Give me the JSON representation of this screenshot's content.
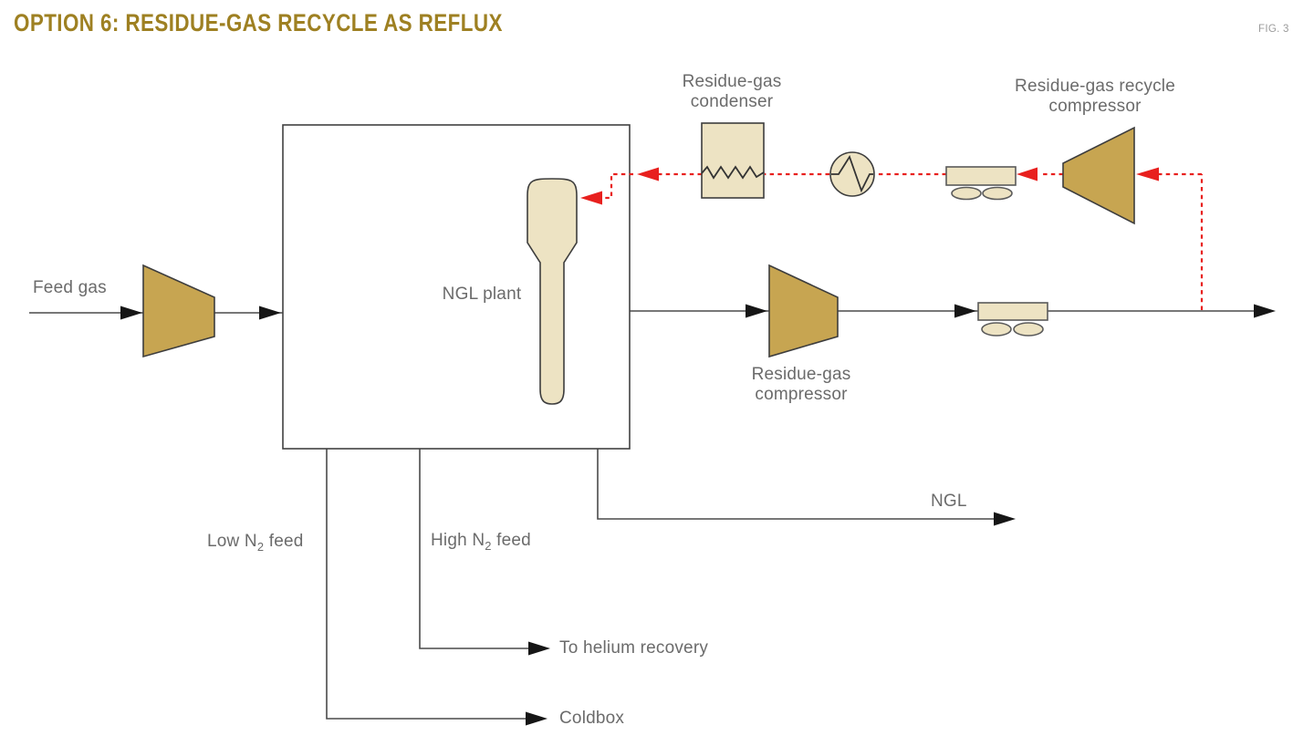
{
  "title": "OPTION 6: RESIDUE-GAS RECYCLE AS REFLUX",
  "fig_label": "FIG. 3",
  "colors": {
    "title": "#9e8022",
    "fig": "#9b9b9b",
    "label": "#6b6b6b",
    "line": "#4a4a4a",
    "arrow": "#161616",
    "equip-gold": "#c7a551",
    "equip-tan": "#ede3c3",
    "equip-stroke": "#3d3d3d",
    "recycle-red": "#e8201e",
    "bg": "#ffffff"
  },
  "labels": {
    "feed_gas": "Feed gas",
    "ngl_plant": "NGL plant",
    "residue_gas_condenser": {
      "line1": "Residue-gas",
      "line2": "condenser"
    },
    "residue_gas_recycle_compressor": {
      "line1": "Residue-gas recycle",
      "line2": "compressor"
    },
    "residue_gas_compressor": {
      "line1": "Residue-gas",
      "line2": "compressor"
    },
    "low_n2_feed": {
      "pre": "Low N",
      "sub": "2",
      "post": " feed"
    },
    "high_n2_feed": {
      "pre": "High N",
      "sub": "2",
      "post": " feed"
    },
    "to_helium_recovery": "To helium recovery",
    "coldbox": "Coldbox",
    "ngl": "NGL"
  }
}
